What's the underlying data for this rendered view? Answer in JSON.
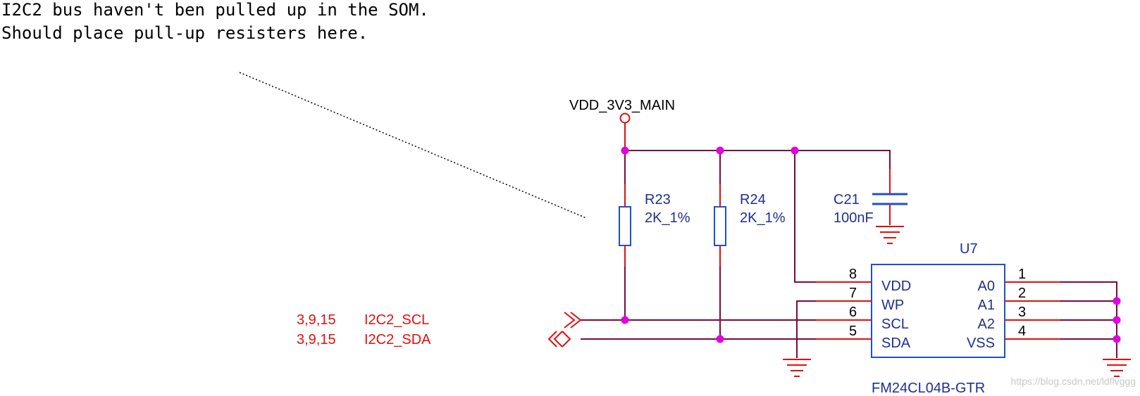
{
  "note": {
    "line1": "I2C2 bus haven't ben pulled up in the SOM.",
    "line2": "Should place pull-up resisters  here."
  },
  "power": {
    "net": "VDD_3V3_MAIN"
  },
  "resistors": [
    {
      "ref": "R23",
      "value": "2K_1%"
    },
    {
      "ref": "R24",
      "value": "2K_1%"
    }
  ],
  "capacitor": {
    "ref": "C21",
    "value": "100nF"
  },
  "chip": {
    "ref": "U7",
    "part": "FM24CL04B-GTR",
    "left_pins": [
      {
        "num": "8",
        "name": "VDD"
      },
      {
        "num": "7",
        "name": "WP"
      },
      {
        "num": "6",
        "name": "SCL"
      },
      {
        "num": "5",
        "name": "SDA"
      }
    ],
    "right_pins": [
      {
        "num": "1",
        "name": "A0"
      },
      {
        "num": "2",
        "name": "A1"
      },
      {
        "num": "3",
        "name": "A2"
      },
      {
        "num": "4",
        "name": "VSS"
      }
    ]
  },
  "ports": [
    {
      "pages": "3,9,15",
      "net": "I2C2_SCL"
    },
    {
      "pages": "3,9,15",
      "net": "I2C2_SDA"
    }
  ],
  "watermark": "https://blog.csdn.net/ldflvggg",
  "colors": {
    "wire": "#7a0a3a",
    "pin": "#e01010",
    "body": "#1f4fd0",
    "junction": "#e000e0",
    "text_blue": "#1f2f8f",
    "text_red": "#e01010"
  }
}
